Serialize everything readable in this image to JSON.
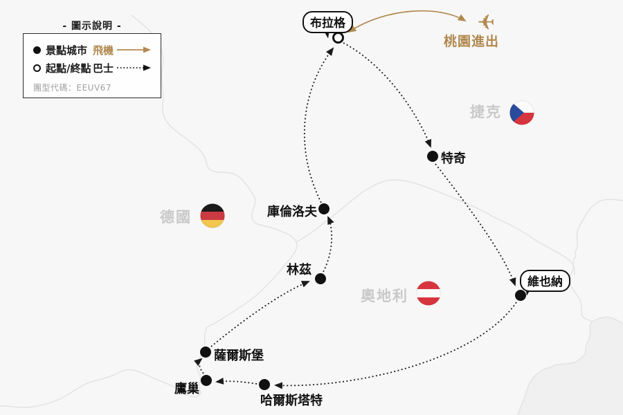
{
  "legend": {
    "title": "- 圖示說明 -",
    "scenic_city": "景點城市",
    "start_end": "起點/終點",
    "flight": "飛機",
    "bus": "巴士",
    "tour_code": "團型代碼：EEUV67"
  },
  "map": {
    "flight_note": "桃園進出",
    "countries": {
      "czech": "捷克",
      "germany": "德國",
      "austria": "奧地利"
    },
    "cities": {
      "prague": "布拉格",
      "telc": "特奇",
      "vienna": "維也納",
      "krumlov": "庫倫洛夫",
      "linz": "林茲",
      "salzburg": "薩爾斯堡",
      "eagles_nest": "鷹巢",
      "hallstatt": "哈爾斯塔特"
    }
  },
  "icons": {
    "plane": "✈"
  },
  "colors": {
    "accent_tan": "#b1894f",
    "route_black": "#1a1a1a",
    "background": "#f7f7f7",
    "border_gray": "#e3e3e3",
    "shade_gray": "#f0f0f0",
    "country_label_gray": "#c9c9c9",
    "flag_red": "#d7353e",
    "flag_blue": "#2a4b9b",
    "flag_black": "#1a1a1a",
    "flag_gold": "#f2c64f",
    "germany_red": "#cc3a41"
  }
}
